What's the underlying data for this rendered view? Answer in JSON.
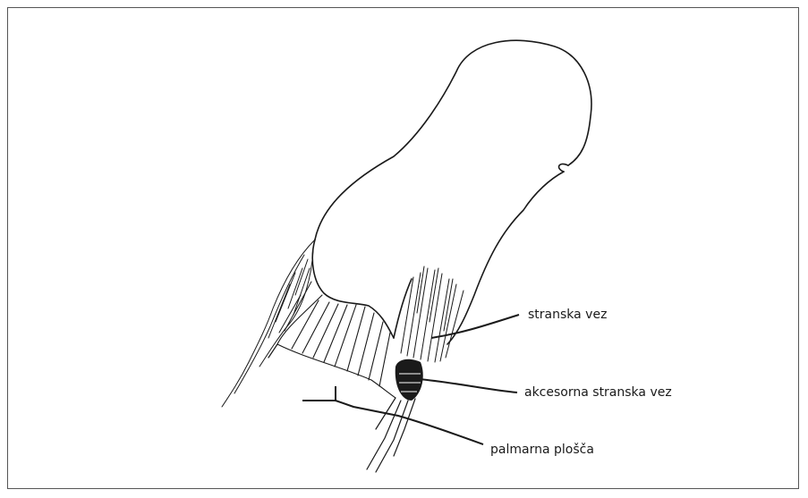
{
  "labels": {
    "collateral_ligament": "stranska vez",
    "accessory_collateral_ligament": "akcesorna stranska vez",
    "palmar_plate": "palmarna plošča"
  },
  "colors": {
    "ink": "#1a1a1a",
    "border": "#555555",
    "background": "#ffffff"
  }
}
